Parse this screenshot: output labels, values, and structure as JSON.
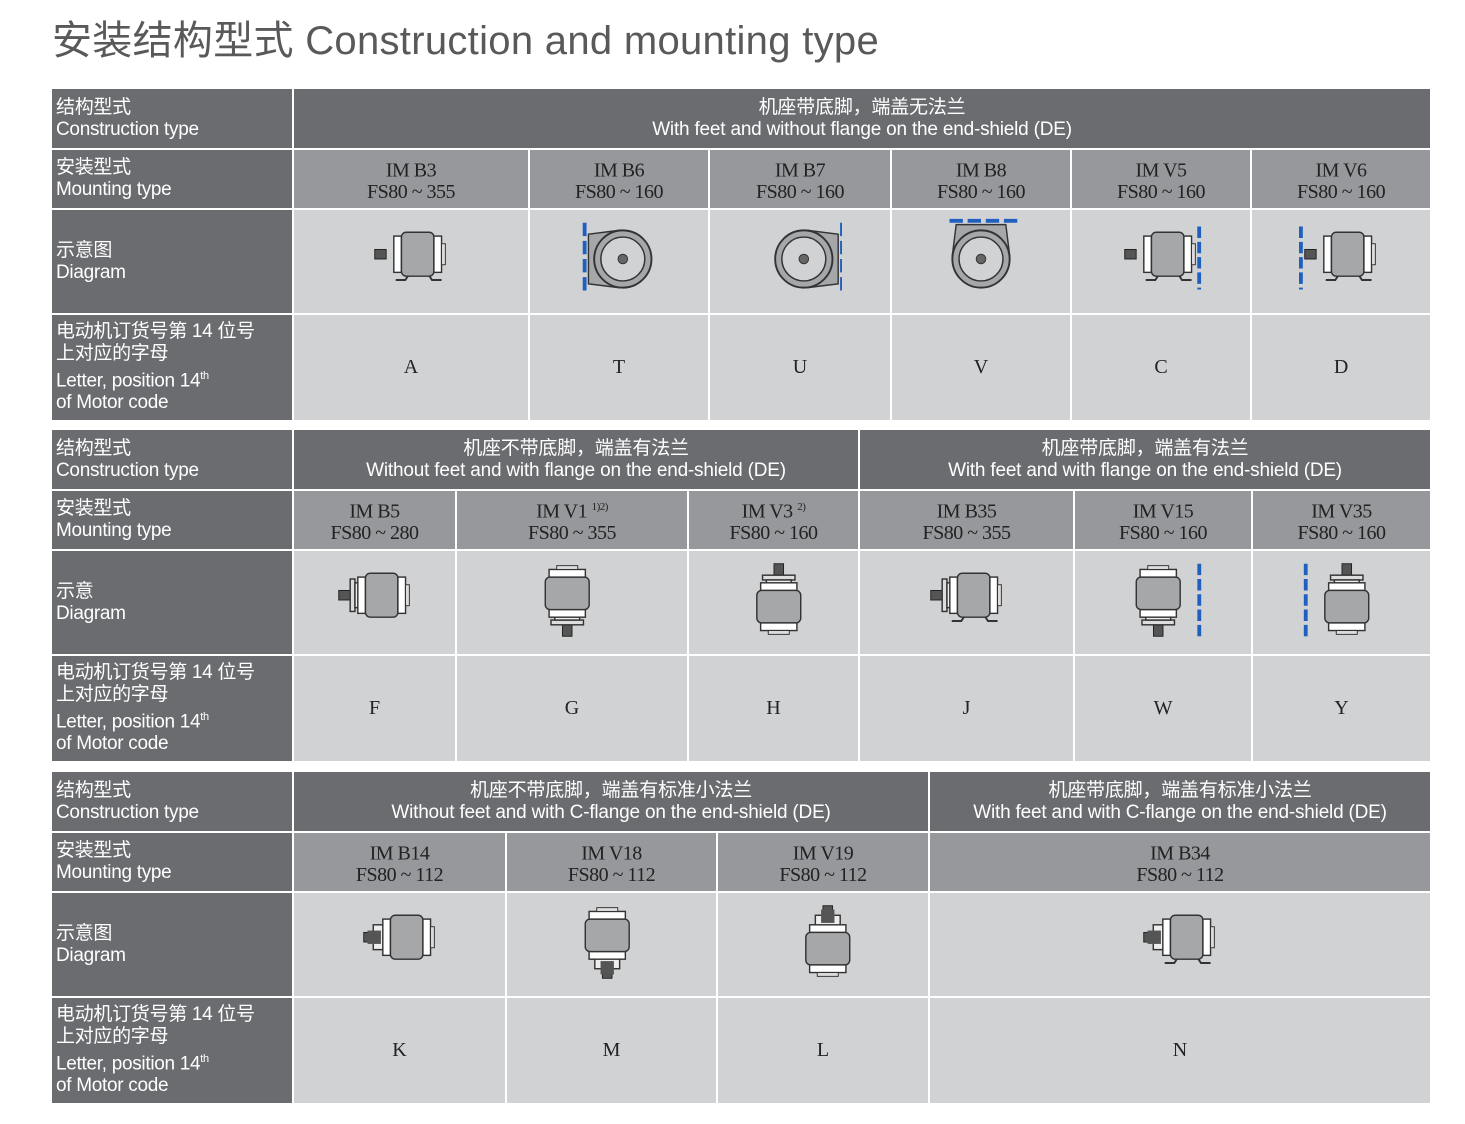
{
  "title": "安装结构型式 Construction and mounting type",
  "labels": {
    "construction_zh": "结构型式",
    "construction_en": "Construction type",
    "mounting_zh": "安装型式",
    "mounting_en": "Mounting type",
    "diagram_zh": "示意图",
    "diagram_zh_short": "示意",
    "diagram_en": "Diagram",
    "letter_zh1": "电动机订货号第 14 位号",
    "letter_zh2": "上对应的字母",
    "letter_en1": "Letter, position 14",
    "letter_sup": "th",
    "letter_en2": "of Motor code"
  },
  "tables": [
    {
      "diagram_label": "diagram_zh",
      "groups": [
        {
          "zh": "机座带底脚，端盖无法兰",
          "en": "With feet and without flange on the end-shield (DE)",
          "span": 6
        }
      ],
      "cols": [
        {
          "w": 236,
          "im": "IM B3",
          "sup": "",
          "fs": "FS80 ~ 355",
          "icon": "horiz-feet",
          "letter": "A"
        },
        {
          "w": 180,
          "im": "IM B6",
          "sup": "",
          "fs": "FS80 ~ 160",
          "icon": "end-left",
          "letter": "T"
        },
        {
          "w": 182,
          "im": "IM B7",
          "sup": "",
          "fs": "FS80 ~ 160",
          "icon": "end-right",
          "letter": "U"
        },
        {
          "w": 180,
          "im": "IM B8",
          "sup": "",
          "fs": "FS80 ~ 160",
          "icon": "end-top",
          "letter": "V"
        },
        {
          "w": 180,
          "im": "IM V5",
          "sup": "",
          "fs": "FS80 ~ 160",
          "icon": "horiz-wall-right",
          "letter": "C"
        },
        {
          "w": 180,
          "im": "IM V6",
          "sup": "",
          "fs": "FS80 ~ 160",
          "icon": "horiz-wall-left",
          "letter": "D"
        }
      ]
    },
    {
      "diagram_label": "diagram_zh_short",
      "groups": [
        {
          "zh": "机座不带底脚，端盖有法兰",
          "en": "Without feet and with flange on the end-shield (DE)",
          "span": 3
        },
        {
          "zh": "机座带底脚，端盖有法兰",
          "en": "With feet and with flange on the end-shield (DE)",
          "span": 3
        }
      ],
      "cols": [
        {
          "w": 163,
          "im": "IM B5",
          "sup": "",
          "fs": "FS80 ~ 280",
          "icon": "horiz-flange",
          "letter": "F"
        },
        {
          "w": 232,
          "im": "IM V1",
          "sup": "1)2)",
          "fs": "FS80 ~ 355",
          "icon": "vert-down",
          "letter": "G"
        },
        {
          "w": 171,
          "im": "IM V3",
          "sup": "2)",
          "fs": "FS80 ~ 160",
          "icon": "vert-up",
          "letter": "H"
        },
        {
          "w": 215,
          "im": "IM B35",
          "sup": "",
          "fs": "FS80 ~ 355",
          "icon": "horiz-flange-feet",
          "letter": "J"
        },
        {
          "w": 178,
          "im": "IM V15",
          "sup": "",
          "fs": "FS80 ~ 160",
          "icon": "vert-down-wall",
          "letter": "W"
        },
        {
          "w": 179,
          "im": "IM V35",
          "sup": "",
          "fs": "FS80 ~ 160",
          "icon": "vert-up-wall",
          "letter": "Y"
        }
      ]
    },
    {
      "diagram_label": "diagram_zh",
      "groups": [
        {
          "zh": "机座不带底脚，端盖有标准小法兰",
          "en": "Without feet and with C-flange on the end-shield (DE)",
          "span": 3
        },
        {
          "zh": "机座带底脚，端盖有标准小法兰",
          "en": "With feet and with C-flange on the end-shield (DE)",
          "span": 1
        }
      ],
      "cols": [
        {
          "w": 213,
          "im": "IM B14",
          "sup": "",
          "fs": "FS80 ~ 112",
          "icon": "horiz-cflange",
          "letter": "K"
        },
        {
          "w": 211,
          "im": "IM V18",
          "sup": "",
          "fs": "FS80 ~ 112",
          "icon": "vert-cflange-down",
          "letter": "M"
        },
        {
          "w": 212,
          "im": "IM V19",
          "sup": "",
          "fs": "FS80 ~ 112",
          "icon": "vert-cflange-up",
          "letter": "L"
        },
        {
          "w": 502,
          "im": "IM B34",
          "sup": "",
          "fs": "FS80 ~ 112",
          "icon": "horiz-cflange-feet",
          "letter": "N"
        }
      ]
    }
  ],
  "colors": {
    "dark": "#6b6c70",
    "mid": "#97989c",
    "light": "#d1d2d4",
    "blue": "#1f5fbf"
  }
}
